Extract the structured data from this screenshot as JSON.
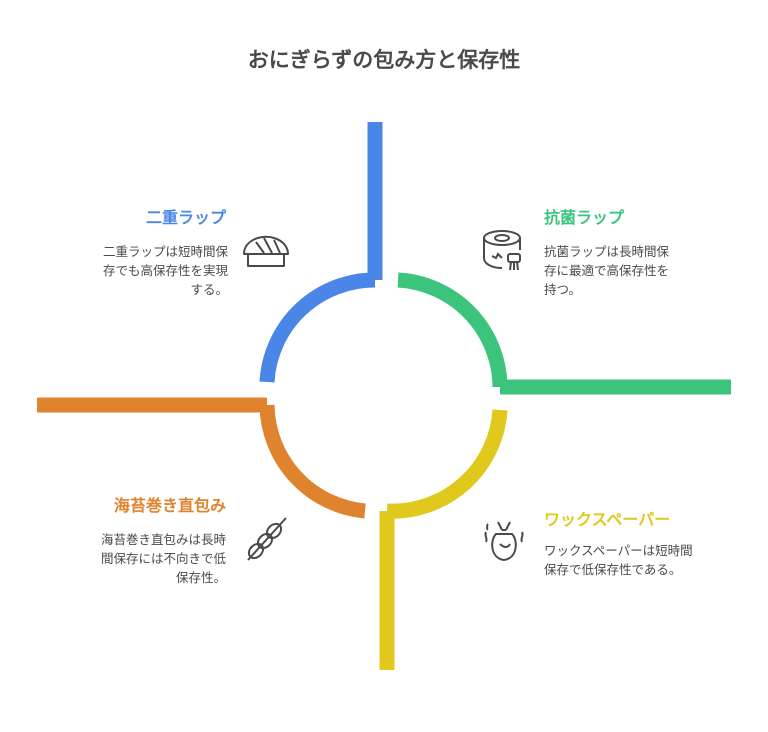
{
  "title": "おにぎらずの包み方と保存性",
  "colors": {
    "blue": "#4a86e8",
    "green": "#3cc47c",
    "orange": "#e0832e",
    "yellow": "#e0c81c",
    "text": "#4a4a4a"
  },
  "quadrants": [
    {
      "heading": "二重ラップ",
      "desc_lines": [
        "二重ラップは短時間保",
        "存でも高保存性を実現",
        "する。"
      ],
      "icon": "sushi-icon",
      "color": "#4a86e8"
    },
    {
      "heading": "抗菌ラップ",
      "desc_lines": [
        "抗菌ラップは長時間保",
        "存に最適で高保存性を",
        "持つ。"
      ],
      "icon": "tape-roll-icon",
      "color": "#3cc47c"
    },
    {
      "heading": "海苔巻き直包み",
      "desc_lines": [
        "海苔巻き直包みは長時",
        "間保存には不向きで低",
        "保存性。"
      ],
      "icon": "dango-icon",
      "color": "#e0832e"
    },
    {
      "heading": "ワックスペーパー",
      "desc_lines": [
        "ワックスペーパーは短時間",
        "保存で低保存性である。"
      ],
      "icon": "paper-bag-icon",
      "color": "#e0c81c"
    }
  ]
}
